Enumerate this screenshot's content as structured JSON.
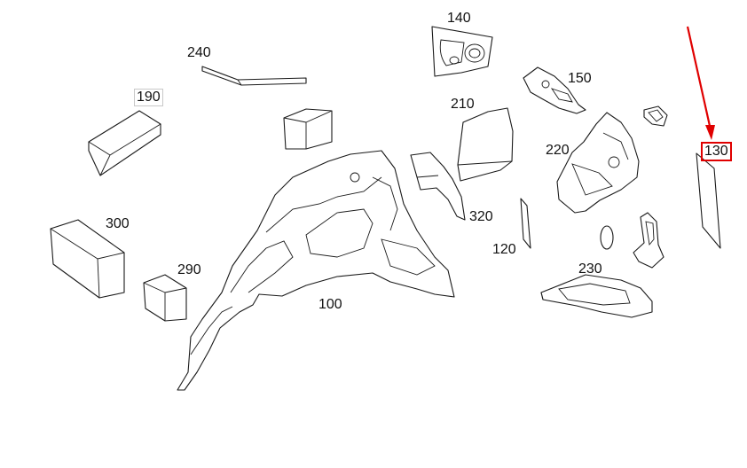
{
  "diagram": {
    "callouts": [
      {
        "id": "140",
        "label": "140"
      },
      {
        "id": "240",
        "label": "240"
      },
      {
        "id": "190",
        "label": "190"
      },
      {
        "id": "150",
        "label": "150"
      },
      {
        "id": "210",
        "label": "210"
      },
      {
        "id": "220",
        "label": "220"
      },
      {
        "id": "130",
        "label": "130"
      },
      {
        "id": "300",
        "label": "300"
      },
      {
        "id": "320",
        "label": "320"
      },
      {
        "id": "120",
        "label": "120"
      },
      {
        "id": "290",
        "label": "290"
      },
      {
        "id": "230",
        "label": "230"
      },
      {
        "id": "100",
        "label": "100"
      }
    ],
    "highlighted_callout": "130",
    "colors": {
      "line": "#1a1a1a",
      "highlight": "#e00000",
      "box_border": "#c8c8c8"
    }
  }
}
